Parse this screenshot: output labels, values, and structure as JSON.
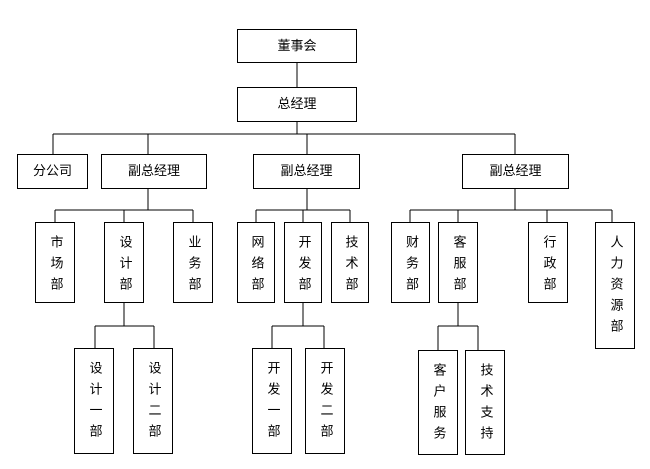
{
  "org": {
    "board": "董事会",
    "gm": "总经理",
    "branch": "分公司",
    "vp1": "副总经理",
    "vp2": "副总经理",
    "vp3": "副总经理",
    "market": "市场部",
    "design": "设计部",
    "business": "业务部",
    "network": "网络部",
    "develop": "开发部",
    "tech": "技术部",
    "finance": "财务部",
    "service": "客服部",
    "admin": "行政部",
    "hr": "人力资源部",
    "design1": "设计一部",
    "design2": "设计二部",
    "dev1": "开发一部",
    "dev2": "开发二部",
    "custsvc": "客户服务",
    "techsupport": "技术支持"
  }
}
